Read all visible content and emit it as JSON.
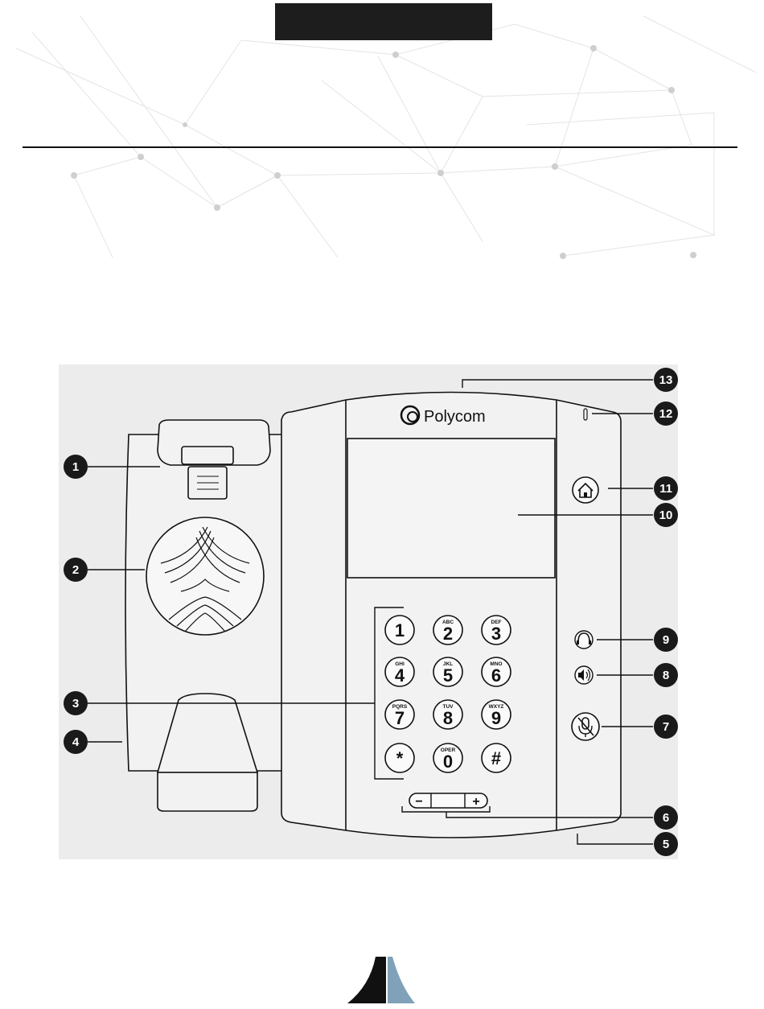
{
  "header": {
    "title": ""
  },
  "phone": {
    "brand": "Polycom",
    "keys": [
      {
        "digit": "1",
        "letters": ""
      },
      {
        "digit": "2",
        "letters": "ABC"
      },
      {
        "digit": "3",
        "letters": "DEF"
      },
      {
        "digit": "4",
        "letters": "GHI"
      },
      {
        "digit": "5",
        "letters": "JKL"
      },
      {
        "digit": "6",
        "letters": "MNO"
      },
      {
        "digit": "7",
        "letters": "PQRS"
      },
      {
        "digit": "8",
        "letters": "TUV"
      },
      {
        "digit": "9",
        "letters": "WXYZ"
      },
      {
        "digit": "*",
        "letters": ""
      },
      {
        "digit": "0",
        "letters": "OPER"
      },
      {
        "digit": "#",
        "letters": ""
      }
    ],
    "volume": {
      "minus": "−",
      "plus": "+"
    }
  },
  "callouts": [
    "1",
    "2",
    "3",
    "4",
    "5",
    "6",
    "7",
    "8",
    "9",
    "10",
    "11",
    "12",
    "13"
  ],
  "icons": [
    "hanger-clip-icon",
    "speaker-grille-icon",
    "home-key-icon",
    "headset-key-icon",
    "speakerphone-key-icon",
    "mute-key-icon",
    "message-light-icon",
    "company-logo-icon"
  ],
  "colors": {
    "callout": "#1a1a1a",
    "panel": "#ececec",
    "logo_dark": "#111111",
    "logo_blue": "#7fa2b8"
  }
}
